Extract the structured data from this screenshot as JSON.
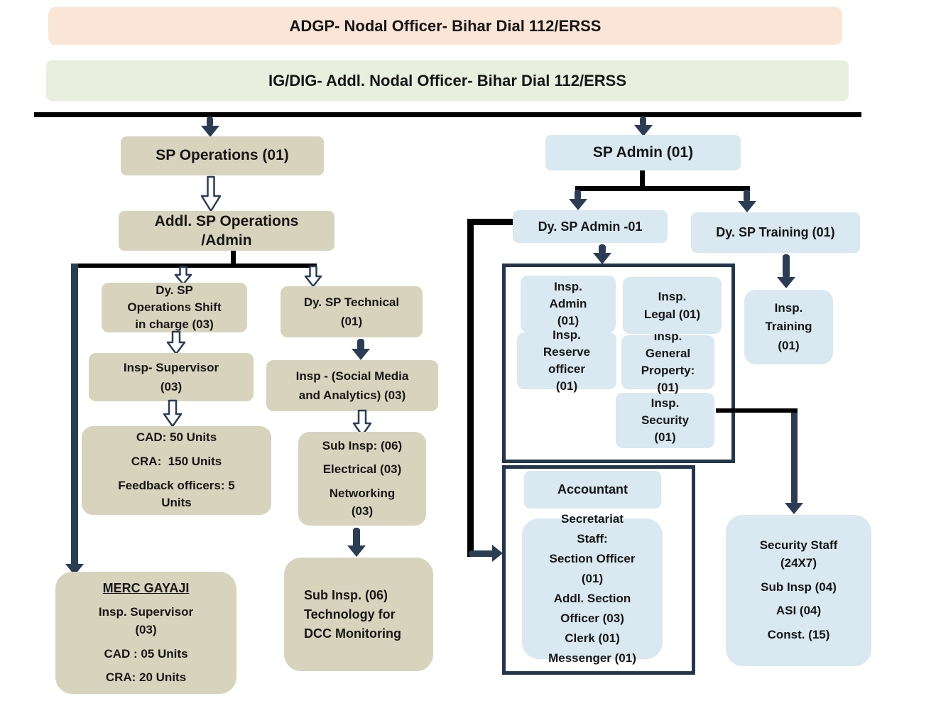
{
  "palette": {
    "header_peach": "#fbe5d6",
    "header_green": "#e9efde",
    "operations_tan": "#d8d3bc",
    "admin_blue": "#d9e8f1",
    "arrow_navy": "#2b3d55",
    "connector_black": "#000000"
  },
  "header": {
    "adgp": "ADGP- Nodal Officer- Bihar Dial 112/ERSS",
    "igdig": "IG/DIG- Addl. Nodal Officer- Bihar Dial 112/ERSS"
  },
  "operations": {
    "sp_operations": "SP Operations (01)",
    "addl_sp": [
      "Addl. SP Operations",
      "/Admin"
    ],
    "shift": [
      "Dy. SP",
      "Operations Shift",
      "in charge (03)"
    ],
    "dy_technical": [
      "Dy. SP Technical",
      "(01)"
    ],
    "insp_supervisor": [
      "Insp- Supervisor",
      "(03)"
    ],
    "social_media": [
      "Insp - (Social Media",
      "and Analytics) (03)"
    ],
    "cad": [
      "CAD: 50 Units",
      "CRA:  150 Units",
      "Feedback officers: 5",
      "Units"
    ],
    "subinsp": [
      "Sub Insp: (06)",
      "Electrical (03)",
      "Networking",
      "(03)"
    ],
    "dcc": [
      "Sub Insp. (06)",
      "Technology for",
      "DCC Monitoring"
    ],
    "merc": {
      "title": "MERC GAYAJI",
      "lines": [
        "Insp. Supervisor",
        "(03)",
        "CAD : 05 Units",
        "CRA: 20 Units"
      ]
    }
  },
  "admin": {
    "sp_admin": "SP Admin (01)",
    "dy_admin": "Dy. SP Admin -01",
    "dy_training": "Dy. SP Training (01)",
    "insp_admin": [
      "Insp.",
      "Admin",
      "(01)"
    ],
    "insp_legal": [
      "Insp.",
      "Legal (01)"
    ],
    "insp_reserve": [
      "Insp.",
      "Reserve",
      "officer",
      "(01)"
    ],
    "insp_genprop": [
      "Insp.",
      "General",
      "Property:",
      "(01)"
    ],
    "insp_security": [
      "Insp.",
      "Security",
      "(01)"
    ],
    "insp_training": [
      "Insp.",
      "Training",
      "(01)"
    ],
    "accountant": "Accountant",
    "secretariat": [
      "Secretariat",
      "Staff:",
      "Section Officer",
      "(01)",
      "Addl. Section",
      "Officer (03)",
      "Clerk (01)",
      "Messenger (01)"
    ],
    "security_staff": [
      "Security Staff",
      "(24X7)",
      "Sub Insp (04)",
      "ASI (04)",
      "Const. (15)"
    ]
  }
}
